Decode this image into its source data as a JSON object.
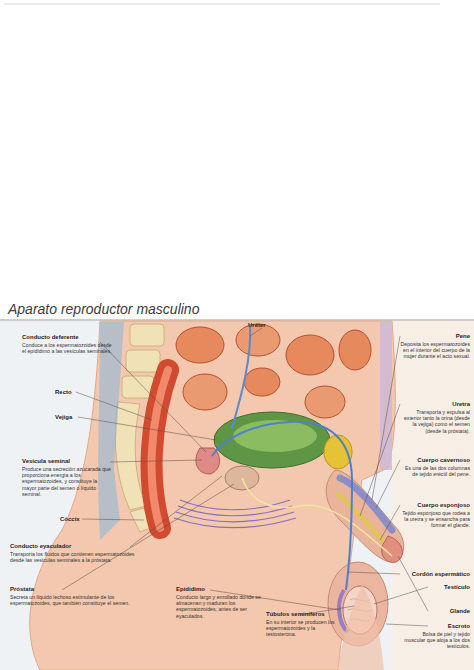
{
  "diagram": {
    "title": "Aparato reproductor masculino",
    "labels": [
      "Conducto deferente",
      "Conduce a los espermatozoides desde el epidídimo a las vesículas seminales.",
      "Recto",
      "Vejiga",
      "Vesícula seminal",
      "Produce una secreción azucarada que proporciona energía a los espermatozoides, y constituye la mayor parte del semen o líquido seminal.",
      "Cóccix",
      "Conducto eyaculador",
      "Transporta los fluidos que contienen espermatozoides desde las vesículas seminales a la próstata.",
      "Próstata",
      "Secreta un líquido lechoso estimulante de los espermatozoides, que también constituye el semen.",
      "Uréter",
      "Epidídimo",
      "Conducto largo y enrollado donde se almacenan y maduran los espermatozoides, antes de ser eyaculados.",
      "Túbulos seminíferos",
      "En su interior se producen los espermatozoides y la testosterona.",
      "Pene",
      "Deposita los espermatozoides en el interior del cuerpo de la mujer durante el acto sexual.",
      "Uretra",
      "Transporta y expulsa al exterior tanto la orina (desde la vejiga) como el semen (desde la próstata).",
      "Cuerpo cavernoso",
      "Es una de las dos columnas de tejido eréctil del pene.",
      "Cuerpo esponjoso",
      "Tejido esponjoso que rodea a la uretra y se ensancha para formar el glande.",
      "Cordón espermático",
      "Testículo",
      "Glande",
      "Escroto",
      "Bolsa de piel y tejido muscular que aloja a los dos testículos."
    ]
  }
}
